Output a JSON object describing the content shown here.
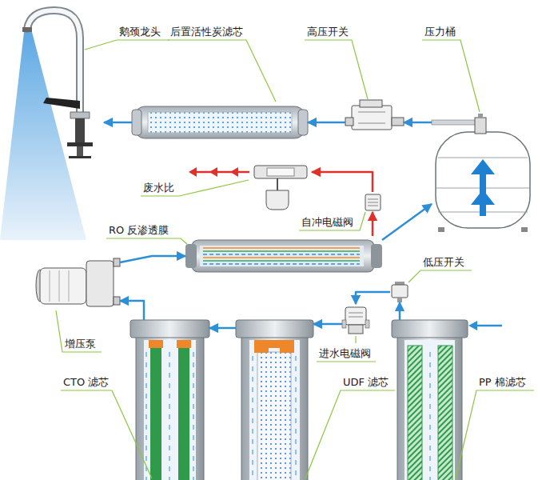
{
  "diagram": {
    "nodes": [
      {
        "text": [
          "鹅颈龙头"
        ]
      },
      {
        "text": [
          "后置活性炭滤芯"
        ]
      },
      {
        "text": [
          "高压开关"
        ]
      },
      {
        "text": [
          "压力桶"
        ]
      },
      {
        "text": [
          "废水比"
        ]
      },
      {
        "text": [
          "自冲电磁阀"
        ]
      },
      {
        "text": [
          "RO 反渗透膜"
        ]
      },
      {
        "text": [
          "增压泵"
        ]
      },
      {
        "text": [
          "低压开关"
        ]
      },
      {
        "text": [
          "进水电磁阀"
        ]
      },
      {
        "text": [
          "CTO 滤芯"
        ]
      },
      {
        "text": [
          "UDF 滤芯"
        ]
      },
      {
        "text": [
          "PP 棉滤芯"
        ]
      }
    ],
    "edges": [
      {
        "from": 12,
        "to": 8,
        "arrow": "to"
      },
      {
        "from": 8,
        "to": 9,
        "arrow": "to"
      },
      {
        "from": 9,
        "to": 11,
        "arrow": "to"
      },
      {
        "from": 11,
        "to": 10,
        "arrow": "to"
      },
      {
        "from": 10,
        "to": 7,
        "arrow": "to"
      },
      {
        "from": 7,
        "to": 6,
        "arrow": "to"
      },
      {
        "from": 6,
        "to": 5,
        "arrow": "to"
      },
      {
        "from": 5,
        "to": 4,
        "arrow": "to"
      },
      {
        "from": 6,
        "to": 3,
        "arrow": "to"
      },
      {
        "from": 3,
        "to": 2,
        "arrow": "to"
      },
      {
        "from": 2,
        "to": 1,
        "arrow": "to"
      },
      {
        "from": 1,
        "to": 0,
        "arrow": "to"
      }
    ]
  }
}
